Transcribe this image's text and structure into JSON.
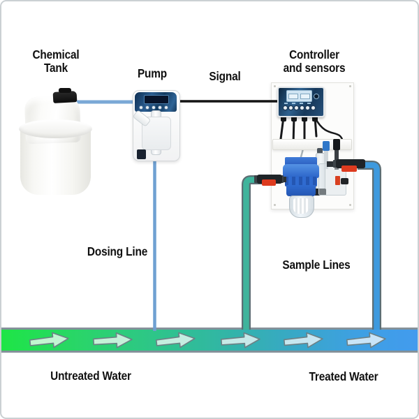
{
  "labels": {
    "chemical_tank": {
      "line1": "Chemical",
      "line2": "Tank"
    },
    "pump": "Pump",
    "signal": "Signal",
    "controller": {
      "line1": "Controller",
      "line2": "and sensors"
    },
    "dosing_line": "Dosing Line",
    "sample_lines": "Sample Lines",
    "untreated_water": "Untreated Water",
    "treated_water": "Treated Water"
  },
  "pipe": {
    "flow_direction": "left-to-right",
    "arrow_count": 6,
    "arrow_icon": "flow-arrow-icon",
    "gradient_start": "#1ee546",
    "gradient_mid": "#32b4a8",
    "gradient_end": "#429bee",
    "border_color": "#84919a"
  },
  "lines": {
    "suction_color": "#7aa8d6",
    "dosing_color": "#6fa0d2",
    "signal_color": "#141414",
    "sample_left_color": "#3fb49c",
    "sample_right_color": "#3e9ade",
    "sample_outline_color": "#5d6e74"
  },
  "equipment": {
    "tank_cap_color": "#161616",
    "controller_panel_color": "#16385a",
    "filter_housing_color": "#2a63c8",
    "valve_handle_color": "#dd3b1f"
  }
}
